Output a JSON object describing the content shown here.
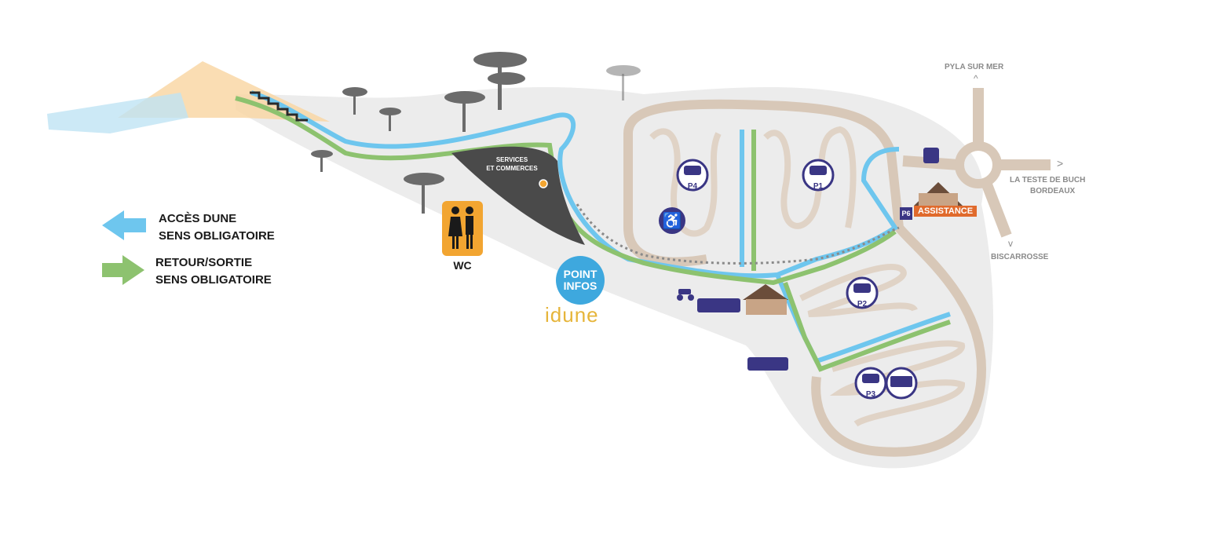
{
  "legend": {
    "access": {
      "line1": "ACCÈS DUNE",
      "line2": "SENS OBLIGATOIRE",
      "color": "#6ec6ee"
    },
    "exit": {
      "line1": "RETOUR/SORTIE",
      "line2": "SENS OBLIGATOIRE",
      "color": "#8dc26f"
    }
  },
  "roads": {
    "north": "PYLA SUR MER",
    "east_line1": "LA TESTE DE BUCH",
    "east_line2": "BORDEAUX",
    "south": "BISCARROSSE"
  },
  "places": {
    "services_line1": "SERVICES",
    "services_line2": "ET COMMERCES",
    "wc": "WC",
    "point_infos_line1": "POINT",
    "point_infos_line2": "INFOS",
    "brand": "idune",
    "assistance": "ASSISTANCE",
    "p6": "P6"
  },
  "parkings": [
    {
      "label": "P4"
    },
    {
      "label": "P1"
    },
    {
      "label": "P2"
    },
    {
      "label": "P3"
    }
  ],
  "colors": {
    "badge": "#3a3684",
    "path_blue": "#6ec6ee",
    "path_green": "#8dc26f",
    "road": "#d8c8b8",
    "ground": "#ececec",
    "services": "#4a4a4a",
    "dune": "#f9d7a6"
  }
}
